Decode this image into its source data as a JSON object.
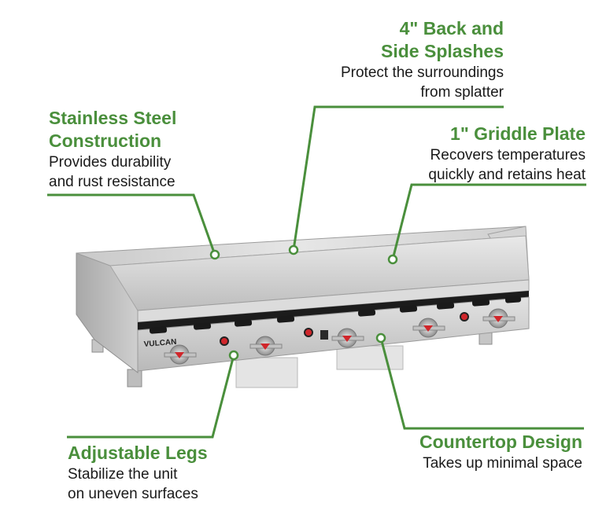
{
  "colors": {
    "accent_green": "#4a8f3c",
    "text_dark": "#1a1a1a",
    "steel_light": "#d8d8d8",
    "steel_dark": "#9a9a9a",
    "control_strip": "#1c1c1c",
    "indicator_red": "#d0262b"
  },
  "product": {
    "brand_logo": "VULCAN"
  },
  "callouts": {
    "splashes": {
      "title_line1": "4\" Back and",
      "title_line2": "Side Splashes",
      "desc_line1": "Protect the surroundings",
      "desc_line2": "from splatter"
    },
    "steel": {
      "title_line1": "Stainless Steel",
      "title_line2": "Construction",
      "desc_line1": "Provides durability",
      "desc_line2": "and rust resistance"
    },
    "plate": {
      "title_line1": "1\" Griddle Plate",
      "desc_line1": "Recovers temperatures",
      "desc_line2": "quickly and retains heat"
    },
    "legs": {
      "title_line1": "Adjustable Legs",
      "desc_line1": "Stabilize the unit",
      "desc_line2": "on uneven surfaces"
    },
    "countertop": {
      "title_line1": "Countertop Design",
      "desc_line1": "Takes up minimal space"
    }
  }
}
